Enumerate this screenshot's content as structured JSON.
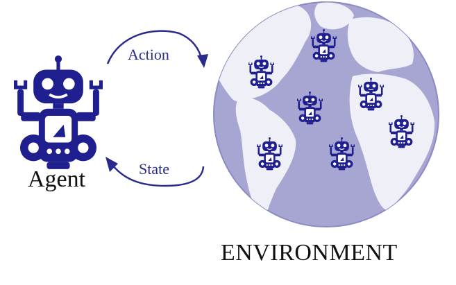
{
  "agent": {
    "label": "Agent"
  },
  "environment": {
    "label": "ENVIRONMENT"
  },
  "edges": {
    "action_label": "Action",
    "state_label": "State"
  },
  "colors": {
    "robot": "#1f1f8f",
    "arrow": "#2a2a8c",
    "ocean": "#a7a6d3",
    "land": "#efeff7",
    "globe_outline": "#8b8ac2"
  },
  "icons": [
    "robot-icon",
    "globe-icon",
    "arrow-icon"
  ]
}
